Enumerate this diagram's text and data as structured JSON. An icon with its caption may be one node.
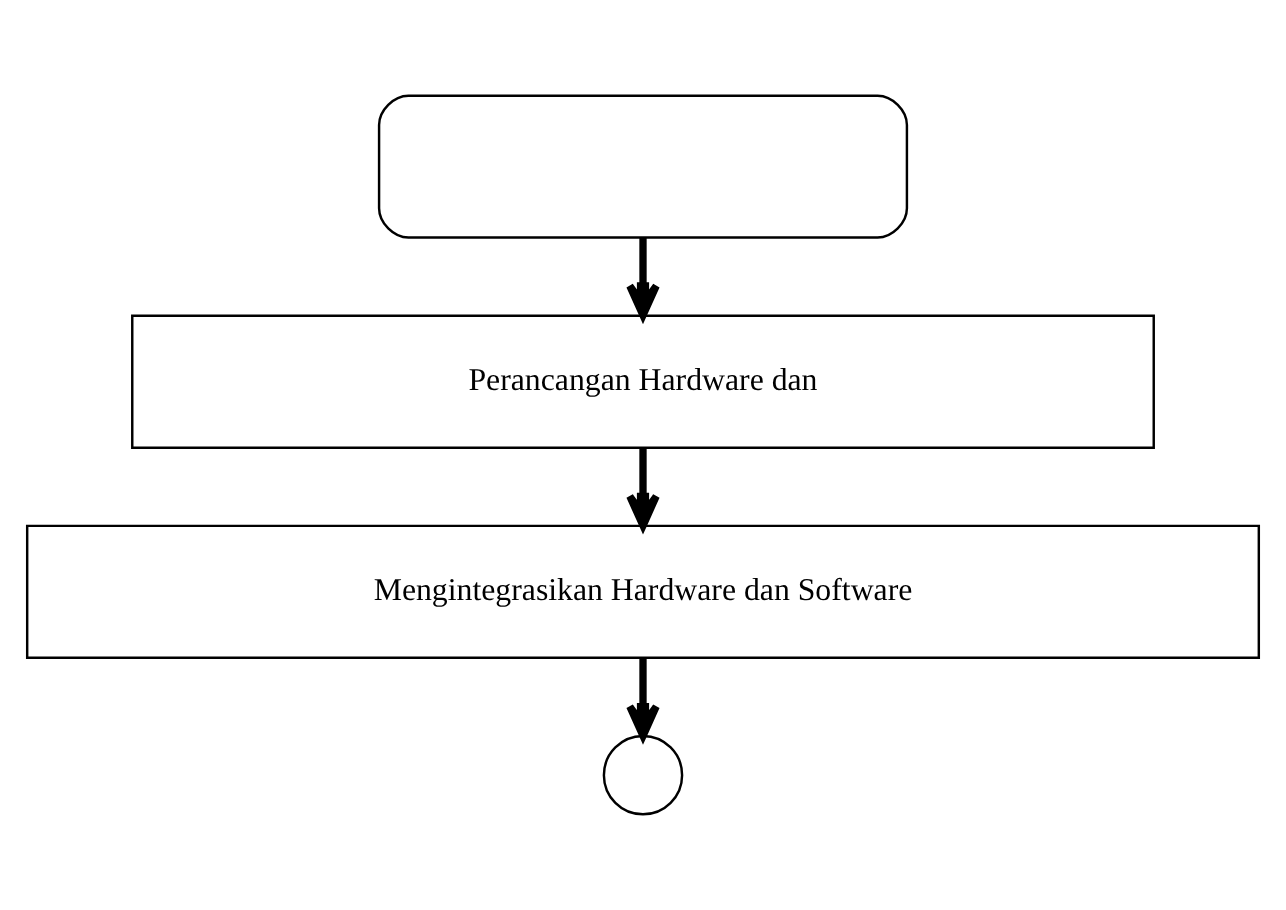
{
  "diagram": {
    "nodes": [
      {
        "text": [],
        "shape": "stadium"
      },
      {
        "text": [
          "Perancangan Hardware dan"
        ]
      },
      {
        "text": [
          "Mengintegrasikan Hardware dan Software"
        ]
      },
      {
        "text": [],
        "shape": "circle"
      }
    ],
    "edges": [
      {
        "from": 0,
        "to": 1,
        "arrow": "to"
      },
      {
        "from": 1,
        "to": 2,
        "arrow": "to"
      },
      {
        "from": 2,
        "to": 3,
        "arrow": "to"
      }
    ]
  }
}
